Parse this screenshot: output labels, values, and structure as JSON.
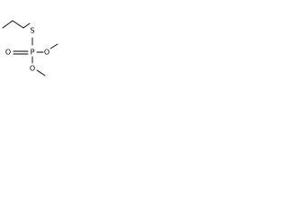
{
  "molecule": {
    "atoms": {
      "sulfur": "S",
      "phosphorus": "P",
      "oxo_oxygen": "O",
      "ester_oxygen_right": "O",
      "ester_oxygen_bottom": "O"
    },
    "colors": {
      "bond": "#000000",
      "label": "#000000",
      "background": "#ffffff"
    }
  }
}
